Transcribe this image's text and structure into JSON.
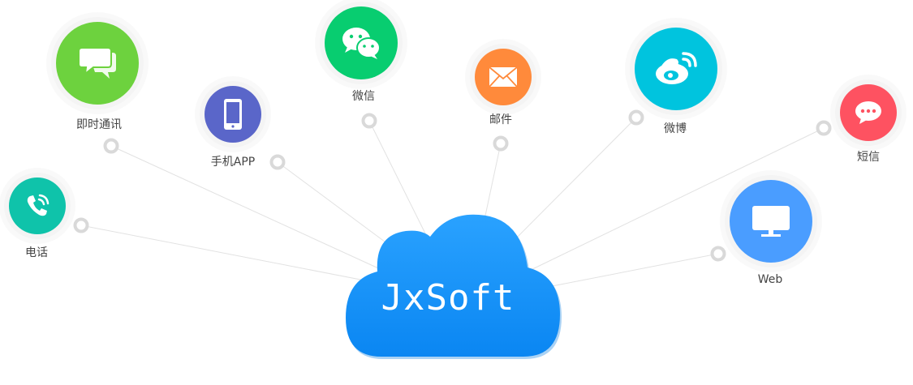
{
  "center": {
    "label": "JxSoft",
    "color": "#1a8ff8"
  },
  "channels": [
    {
      "id": "phone",
      "label": "电话",
      "icon": "phone-icon",
      "color": "#0fc3aa"
    },
    {
      "id": "im",
      "label": "即时通讯",
      "icon": "chat-bubbles-icon",
      "color": "#6dd23e"
    },
    {
      "id": "app",
      "label": "手机APP",
      "icon": "mobile-phone-icon",
      "color": "#5a66c9"
    },
    {
      "id": "wechat",
      "label": "微信",
      "icon": "wechat-icon",
      "color": "#08cd70"
    },
    {
      "id": "email",
      "label": "邮件",
      "icon": "envelope-icon",
      "color": "#ff8a3b"
    },
    {
      "id": "weibo",
      "label": "微博",
      "icon": "weibo-icon",
      "color": "#00c4de"
    },
    {
      "id": "sms",
      "label": "短信",
      "icon": "sms-bubble-icon",
      "color": "#fe5261"
    },
    {
      "id": "web",
      "label": "Web",
      "icon": "monitor-icon",
      "color": "#4a9dff"
    }
  ]
}
